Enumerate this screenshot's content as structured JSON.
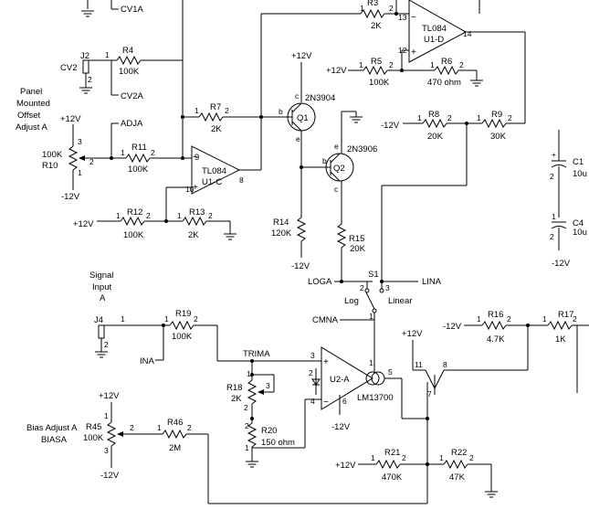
{
  "parts": {
    "r3": {
      "ref": "R3",
      "val": "2K"
    },
    "r4": {
      "ref": "R4",
      "val": "100K"
    },
    "r5": {
      "ref": "R5",
      "val": "100K"
    },
    "r6": {
      "ref": "R6",
      "val": "470 ohm"
    },
    "r7": {
      "ref": "R7",
      "val": "2K"
    },
    "r8": {
      "ref": "R8",
      "val": "20K"
    },
    "r9": {
      "ref": "R9",
      "val": "30K"
    },
    "r10": {
      "ref": "R10",
      "val": "100K"
    },
    "r11": {
      "ref": "R11",
      "val": "100K"
    },
    "r12": {
      "ref": "R12",
      "val": "100K"
    },
    "r13": {
      "ref": "R13",
      "val": "2K"
    },
    "r14": {
      "ref": "R14",
      "val": "120K"
    },
    "r15": {
      "ref": "R15",
      "val": "20K"
    },
    "r16": {
      "ref": "R16",
      "val": "4.7K"
    },
    "r17": {
      "ref": "R17",
      "val": "1K"
    },
    "r18": {
      "ref": "R18",
      "val": "2K"
    },
    "r19": {
      "ref": "R19",
      "val": "100K"
    },
    "r20": {
      "ref": "R20",
      "val": "150 ohm"
    },
    "r21": {
      "ref": "R21",
      "val": "470K"
    },
    "r22": {
      "ref": "R22",
      "val": "47K"
    },
    "r45": {
      "ref": "R45",
      "val": "100K"
    },
    "r46": {
      "ref": "R46",
      "val": "2M"
    },
    "q1": {
      "ref": "Q1",
      "val": "2N3904"
    },
    "q2": {
      "ref": "Q2",
      "val": "2N3906"
    },
    "u1d": {
      "ref": "U1-D",
      "val": "TL084"
    },
    "u1c": {
      "ref": "U1-C",
      "val": "TL084"
    },
    "u2a": {
      "ref": "U2-A",
      "val": "LM13700"
    },
    "c1": {
      "ref": "C1",
      "val": "10u"
    },
    "c4": {
      "ref": "C4",
      "val": "10u"
    },
    "j2": {
      "ref": "J2"
    },
    "j4": {
      "ref": "J4"
    },
    "s1": {
      "ref": "S1"
    }
  },
  "nets": {
    "cv1a": "CV1A",
    "cv2": "CV2",
    "cv2a": "CV2A",
    "adja": "ADJA",
    "loga": "LOGA",
    "lina": "LINA",
    "log": "Log",
    "linear": "Linear",
    "cmna": "CMNA",
    "ina": "INA",
    "trima": "TRIMA",
    "biasa": "BIASA"
  },
  "supplies": {
    "pos": "+12V",
    "neg": "-12V"
  },
  "notes": {
    "panel1": "Panel",
    "panel2": "Mounted",
    "panel3": "Offset",
    "panel4": "Adjust A",
    "sig1": "Signal",
    "sig2": "Input",
    "sig3": "A",
    "bias": "Bias Adjust A"
  },
  "pins": {
    "p1": "1",
    "p2": "2",
    "p3": "3",
    "p4": "4",
    "p5": "5",
    "p6": "6",
    "p7": "7",
    "p8": "8",
    "p9": "9",
    "p10": "10",
    "p11": "11",
    "p12": "12",
    "p13": "13",
    "p14": "14",
    "b": "b",
    "c": "c",
    "e": "e"
  }
}
